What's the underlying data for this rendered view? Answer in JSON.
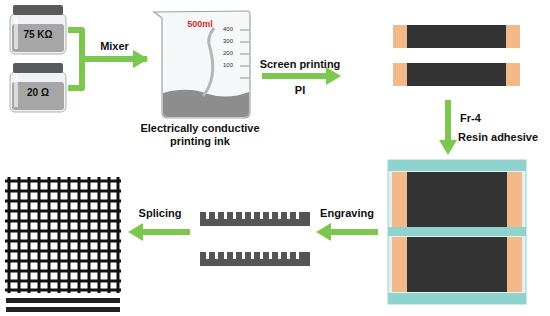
{
  "diagram": {
    "nodes": [
      {
        "text": [
          "75 KΩ"
        ]
      },
      {
        "text": [
          "20 Ω"
        ]
      },
      {
        "text": [
          "500ml",
          "Electrically conductive printing ink"
        ]
      }
    ],
    "edges": [
      {
        "from": 0,
        "to": 2,
        "arrow": "to",
        "label": "Mixer"
      },
      {
        "from": 1,
        "to": 2,
        "arrow": "to"
      }
    ],
    "labels": [
      "Screen printing",
      "PI",
      "Fr-4",
      "Resin adhesive",
      "Engraving",
      "Splicing",
      "400",
      "300",
      "200",
      "100"
    ]
  }
}
